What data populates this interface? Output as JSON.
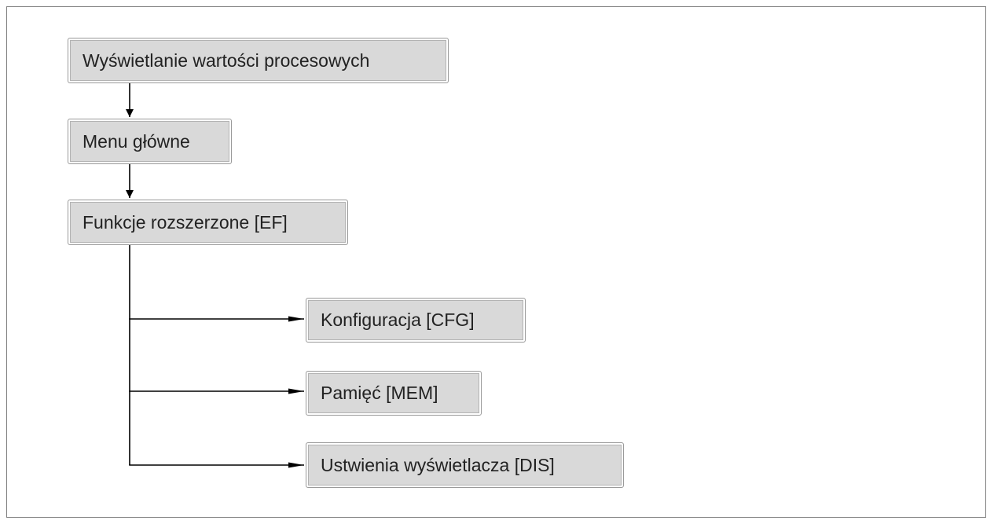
{
  "diagram": {
    "nodes": [
      {
        "id": "n1",
        "label": "Wyświetlanie wartości procesowych"
      },
      {
        "id": "n2",
        "label": "Menu główne"
      },
      {
        "id": "n3",
        "label": "Funkcje rozszerzone [EF]"
      },
      {
        "id": "n4",
        "label": "Konfiguracja [CFG]"
      },
      {
        "id": "n5",
        "label": "Pamięć [MEM]"
      },
      {
        "id": "n6",
        "label": "Ustwienia wyświetlacza [DIS]"
      }
    ],
    "edges": [
      {
        "from": "n1",
        "to": "n2"
      },
      {
        "from": "n2",
        "to": "n3"
      },
      {
        "from": "n3",
        "to": "n4"
      },
      {
        "from": "n3",
        "to": "n5"
      },
      {
        "from": "n3",
        "to": "n6"
      }
    ],
    "colors": {
      "node_fill": "#d9d9d9",
      "node_border": "#9a9a9a",
      "line": "#000000",
      "frame": "#7f7f7f"
    }
  }
}
